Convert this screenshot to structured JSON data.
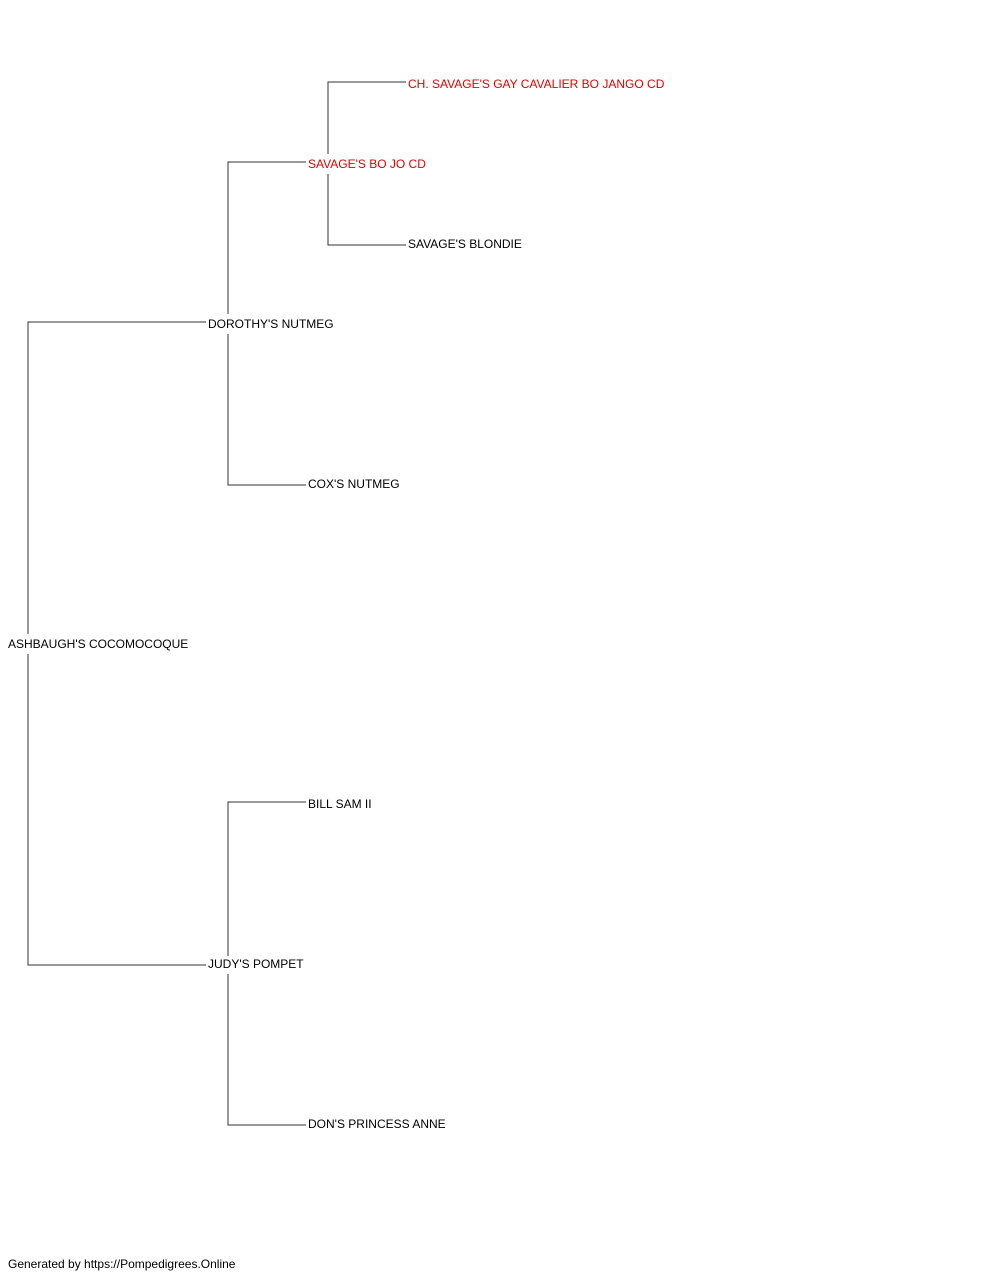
{
  "colors": {
    "normal": "#000000",
    "titled": "#e00000",
    "line": "#333333"
  },
  "pedigree": {
    "subject": "ASHBAUGH'S COCOMOCOQUE",
    "sire": "DOROTHY'S NUTMEG",
    "sire_sire": "SAVAGE'S BO JO CD",
    "sire_sire_sire": "CH. SAVAGE'S GAY CAVALIER BO JANGO CD",
    "sire_sire_dam": "SAVAGE'S BLONDIE",
    "sire_dam": "COX'S NUTMEG",
    "dam": "JUDY'S POMPET",
    "dam_sire": "BILL SAM II",
    "dam_dam": "DON'S PRINCESS ANNE"
  },
  "highlighted": [
    "sire_sire",
    "sire_sire_sire"
  ],
  "footer": "Generated by https://Pompedigrees.Online"
}
